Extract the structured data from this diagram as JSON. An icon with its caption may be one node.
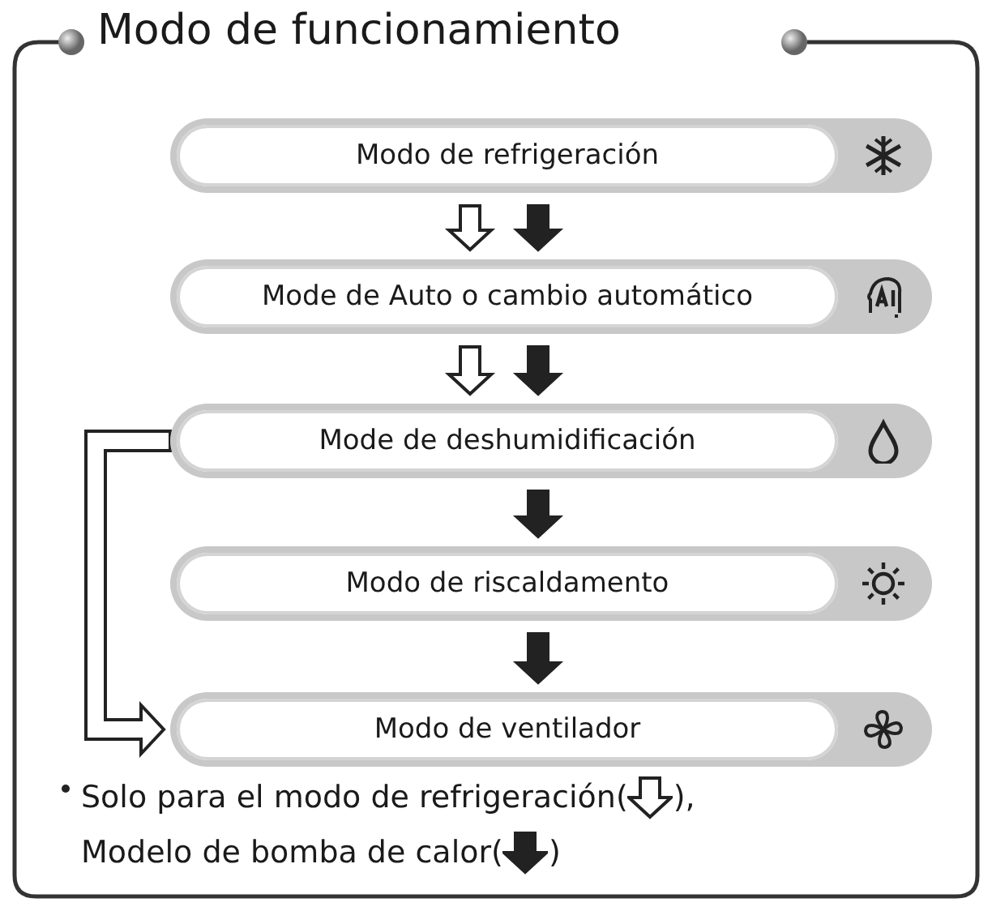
{
  "diagram": {
    "title": "Modo de funcionamiento",
    "nodes": [
      {
        "text": [
          "Modo de refrigeración"
        ]
      },
      {
        "text": [
          "Mode de Auto o cambio automático"
        ]
      },
      {
        "text": [
          "Mode de deshumidificación"
        ]
      },
      {
        "text": [
          "Modo de riscaldamento"
        ]
      },
      {
        "text": [
          "Modo de ventilador"
        ]
      }
    ],
    "edges": [
      {
        "from": 0,
        "to": 1,
        "arrow": "to",
        "color": "#ffffff"
      },
      {
        "from": 0,
        "to": 1,
        "arrow": "to"
      },
      {
        "from": 1,
        "to": 2,
        "arrow": "to",
        "color": "#ffffff"
      },
      {
        "from": 1,
        "to": 2,
        "arrow": "to"
      },
      {
        "from": 2,
        "to": 3,
        "arrow": "to"
      },
      {
        "from": 3,
        "to": 4,
        "arrow": "to"
      },
      {
        "from": 2,
        "to": 4,
        "arrow": "to",
        "color": "#ffffff"
      }
    ],
    "labels": [
      "),",
      ")"
    ],
    "legend": [
      {
        "text": "Solo para el modo de refrigeración("
      },
      {
        "text": "Modelo de bomba de calor("
      }
    ]
  }
}
